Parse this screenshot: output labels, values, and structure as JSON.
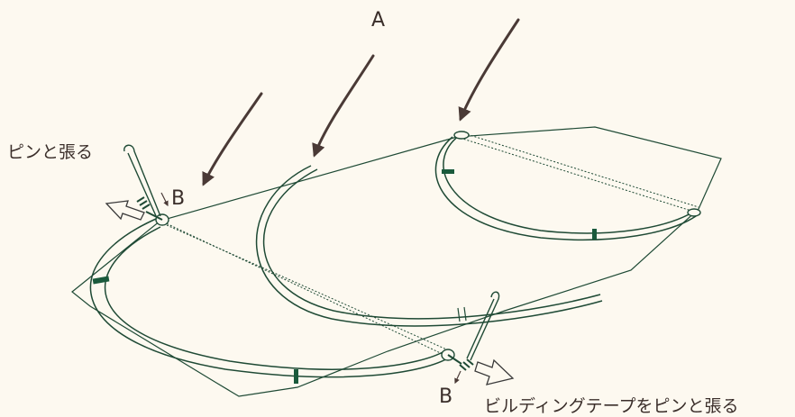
{
  "labels": {
    "pole_label": "A",
    "end_label_left": "B",
    "end_label_right": "B",
    "pin_instruction": "ピンと張る",
    "tape_instruction": "ビルディングテープをピンと張る"
  },
  "colors": {
    "background": "#fdf9f0",
    "pole_stroke": "#1f4a35",
    "pole_band": "#1a5a3c",
    "arrow": "#4a3a36",
    "text": "#3a2e2a"
  },
  "icons": [
    "curved-arrow-icon",
    "tent-stake-icon",
    "pull-direction-arrow-icon"
  ]
}
